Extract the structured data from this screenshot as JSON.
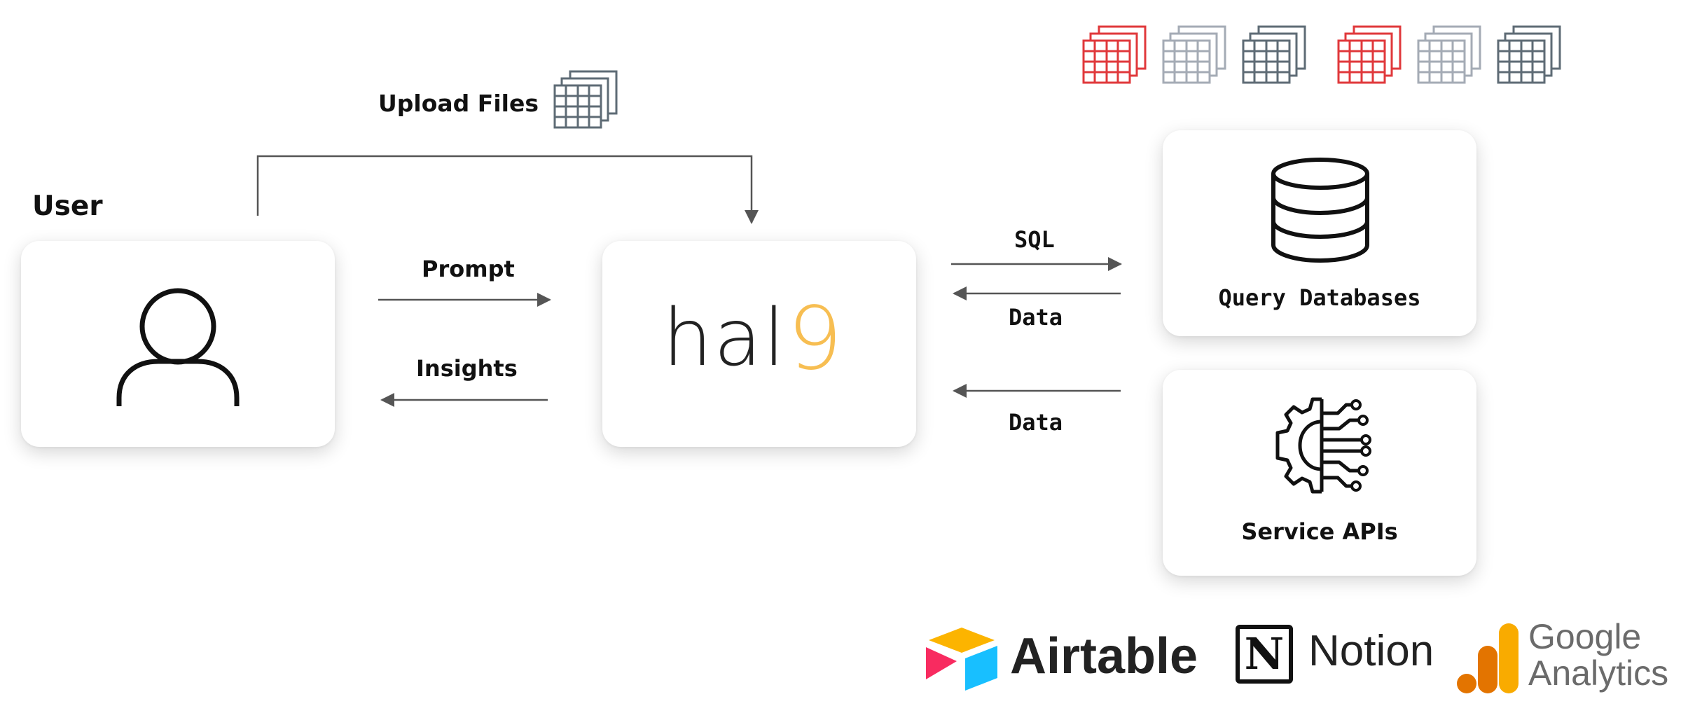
{
  "labels": {
    "user": "User",
    "upload_files": "Upload Files",
    "prompt": "Prompt",
    "insights": "Insights",
    "sql": "SQL",
    "data_db": "Data",
    "data_api": "Data",
    "query_databases": "Query Databases",
    "service_apis": "Service APIs"
  },
  "brand": {
    "hal_text": "hal",
    "hal_digit": "9",
    "accent_color": "#F7BE52"
  },
  "logos": {
    "airtable": "Airtable",
    "notion_mark": "N",
    "notion": "Notion",
    "google_line1": "Google",
    "google_line2": "Analytics"
  },
  "icons": {
    "user": "user-icon",
    "database": "database-icon",
    "api": "gear-circuit-icon",
    "spreadsheet": "spreadsheet-icon"
  },
  "colors": {
    "red_sheet": "#E0383B",
    "light_sheet": "#A4ABB5",
    "dark_sheet": "#5E6B75",
    "arrow": "#555555"
  }
}
